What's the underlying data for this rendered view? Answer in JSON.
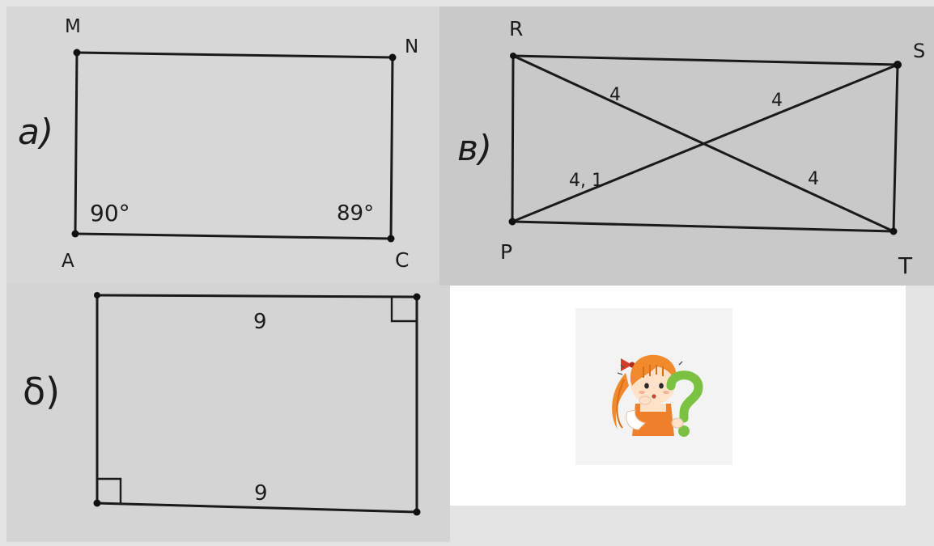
{
  "figures": {
    "a": {
      "tag": "a)",
      "vertices": {
        "m": "M",
        "n": "N",
        "a": "A",
        "c": "C"
      },
      "angle_left": "90°",
      "angle_right": "89°"
    },
    "b": {
      "tag": "δ)",
      "top_side": "9",
      "bottom_side": "9"
    },
    "c": {
      "tag": "в)",
      "vertices": {
        "r": "R",
        "s": "S",
        "p": "P",
        "t": "T"
      },
      "segment_r": "4",
      "segment_s": "4",
      "segment_p": "4, 1",
      "segment_t": "4"
    }
  },
  "colors": {
    "ink": "#1a1a1a",
    "paper_a": "#d7d7d7",
    "paper_b": "#d4d4d4",
    "paper_c": "#c9c9c9",
    "hair": "#f08a2c",
    "question_mark": "#7cc242",
    "apron": "#f07f2b"
  },
  "illustration": {
    "icon": "girl-thinking-question-mark"
  }
}
